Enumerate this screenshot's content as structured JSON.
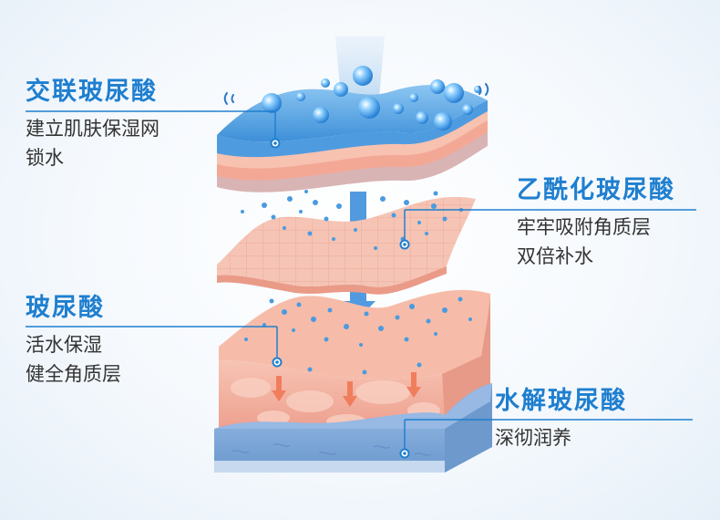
{
  "labels": [
    {
      "title": "交联玻尿酸",
      "desc": [
        "建立肌肤保湿网",
        "锁水"
      ]
    },
    {
      "title": "乙酰化玻尿酸",
      "desc": [
        "牢牢吸附角质层",
        "双倍补水"
      ]
    },
    {
      "title": "玻尿酸",
      "desc": [
        "活水保湿",
        "健全角质层"
      ]
    },
    {
      "title": "水解玻尿酸",
      "desc": [
        "深彻润养"
      ]
    }
  ],
  "colors": {
    "accent": "#1f7fcf",
    "skin": "#f4b7a6",
    "water_layer": "#7ea9d8"
  }
}
